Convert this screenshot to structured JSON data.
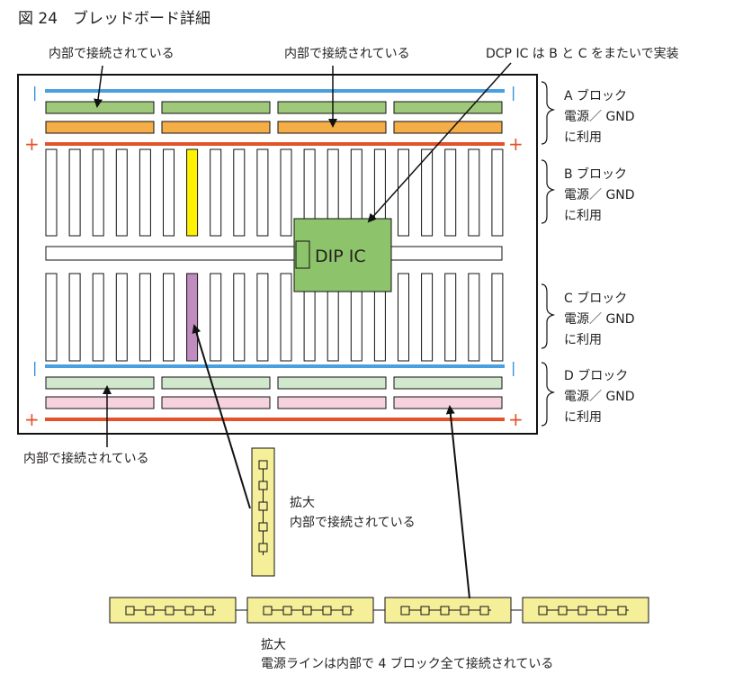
{
  "figure": {
    "title": "図 24　ブレッドボード詳細"
  },
  "labels": {
    "top_left": "内部で接続されている",
    "top_mid": "内部で接続されている",
    "top_right": "DCP IC は B と C をまたいで実装",
    "bottom_left": "内部で接続されている",
    "zoom1_title": "拡大",
    "zoom1_text": "内部で接続されている",
    "zoom2_title": "拡大",
    "zoom2_text": "電源ラインは内部で 4 ブロック全て接続されている",
    "dip_ic": "DIP IC"
  },
  "blocks": [
    {
      "name": "A ブロック",
      "line2": "電源／ GND",
      "line3": "に利用"
    },
    {
      "name": "B ブロック",
      "line2": "電源／ GND",
      "line3": "に利用"
    },
    {
      "name": "C ブロック",
      "line2": "電源／ GND",
      "line3": "に利用"
    },
    {
      "name": "D ブロック",
      "line2": "電源／ GND",
      "line3": "に利用"
    }
  ],
  "symbols": {
    "plus": "+",
    "minus": "|"
  },
  "colors": {
    "blue_rail": "#4a9fe0",
    "red_rail": "#e2522b",
    "green_strip": "#9fc97a",
    "orange_strip": "#f4ad47",
    "light_green_strip": "#d2e8cc",
    "pink_strip": "#f6d2df",
    "yellow_column": "#fff200",
    "purple_column": "#c08bbf",
    "dip_body": "#8dc46b",
    "zoom_fill": "#f5ef9a"
  }
}
